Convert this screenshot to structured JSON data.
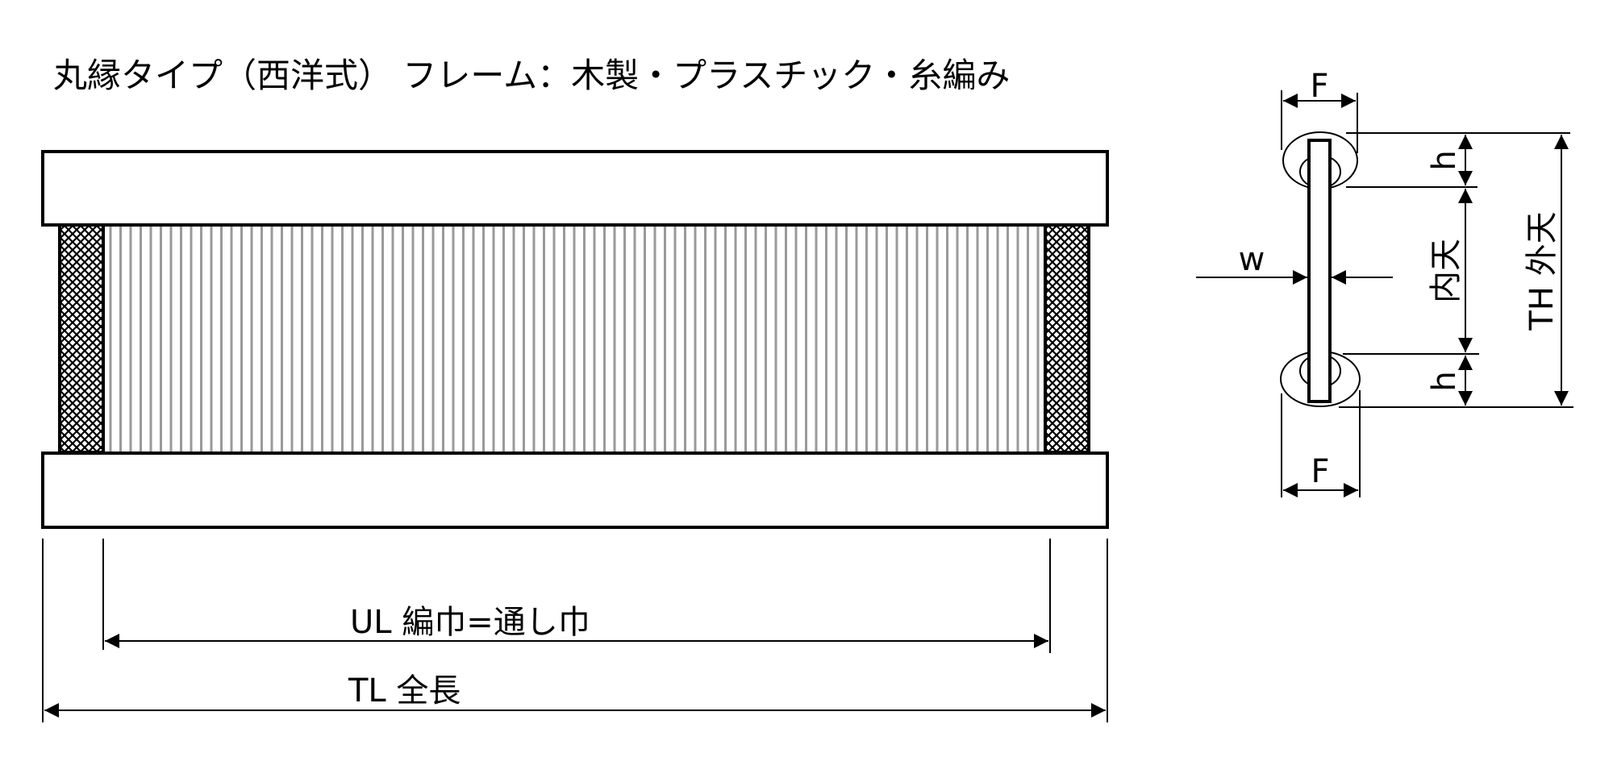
{
  "title": "丸縁タイプ（西洋式）  フレーム：木製・プラスチック・糸編み",
  "front_view": {
    "ul_label": "UL  編巾=通し巾",
    "tl_label": "TL  全長"
  },
  "side_view": {
    "f_top_label": "F",
    "f_bottom_label": "F",
    "h_top_label": "h",
    "h_bottom_label": "h",
    "w_label": "w",
    "inner_height_label": "内天",
    "th_label": "TH  外天"
  },
  "colors": {
    "line": "#000000",
    "warp": "#9a9a9a",
    "background": "#ffffff"
  }
}
